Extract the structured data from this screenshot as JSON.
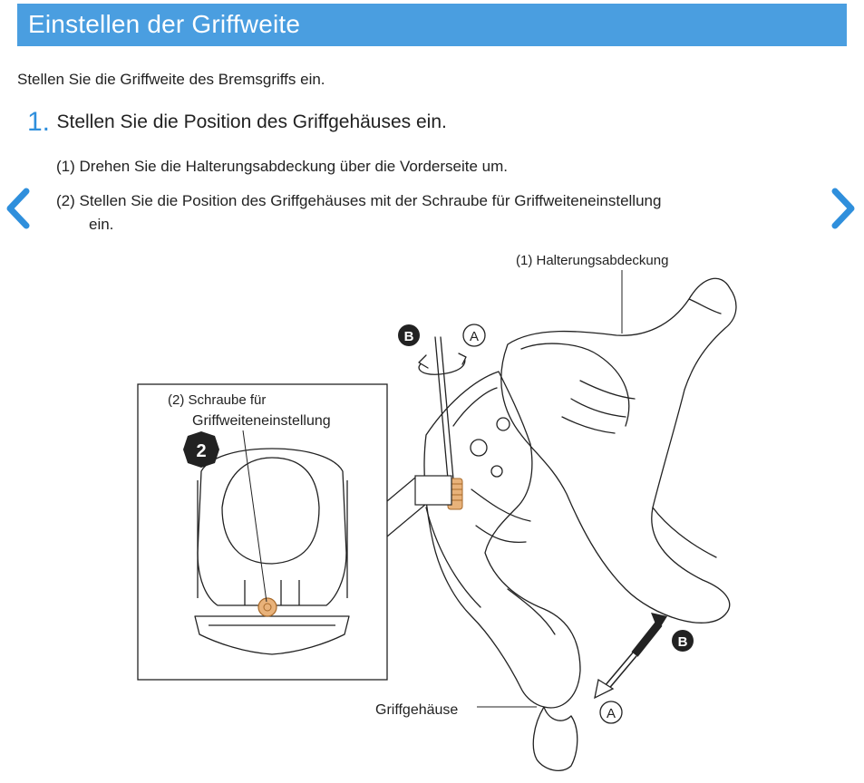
{
  "header": {
    "title": "Einstellen der Griffweite"
  },
  "intro": "Stellen Sie die Griffweite des Bremsgriffs ein.",
  "step": {
    "number": "1.",
    "title": "Stellen Sie die Position des Griffgehäuses ein.",
    "substeps": [
      {
        "text": "(1) Drehen Sie die Halterungsabdeckung über die Vorderseite um."
      },
      {
        "text": "(2) Stellen Sie die Position des Griffgehäuses mit der Schraube für Griffweiteneinstellung",
        "cont": "ein."
      }
    ]
  },
  "navigation": {
    "prev_icon": "chevron-left-icon",
    "next_icon": "chevron-right-icon",
    "color": "#2f8fdc"
  },
  "figure": {
    "label_cover": "(1) Halterungsabdeckung",
    "label_screw_line1": "(2) Schraube für",
    "label_screw_line2": "Griffweiteneinstellung",
    "label_body": "Griffgehäuse",
    "badge_step": "2",
    "marker_a": "A",
    "marker_b": "B"
  },
  "colors": {
    "title_bar": "#4a9ee0",
    "accent": "#2f8fdc",
    "screw": "#e8b27a"
  }
}
